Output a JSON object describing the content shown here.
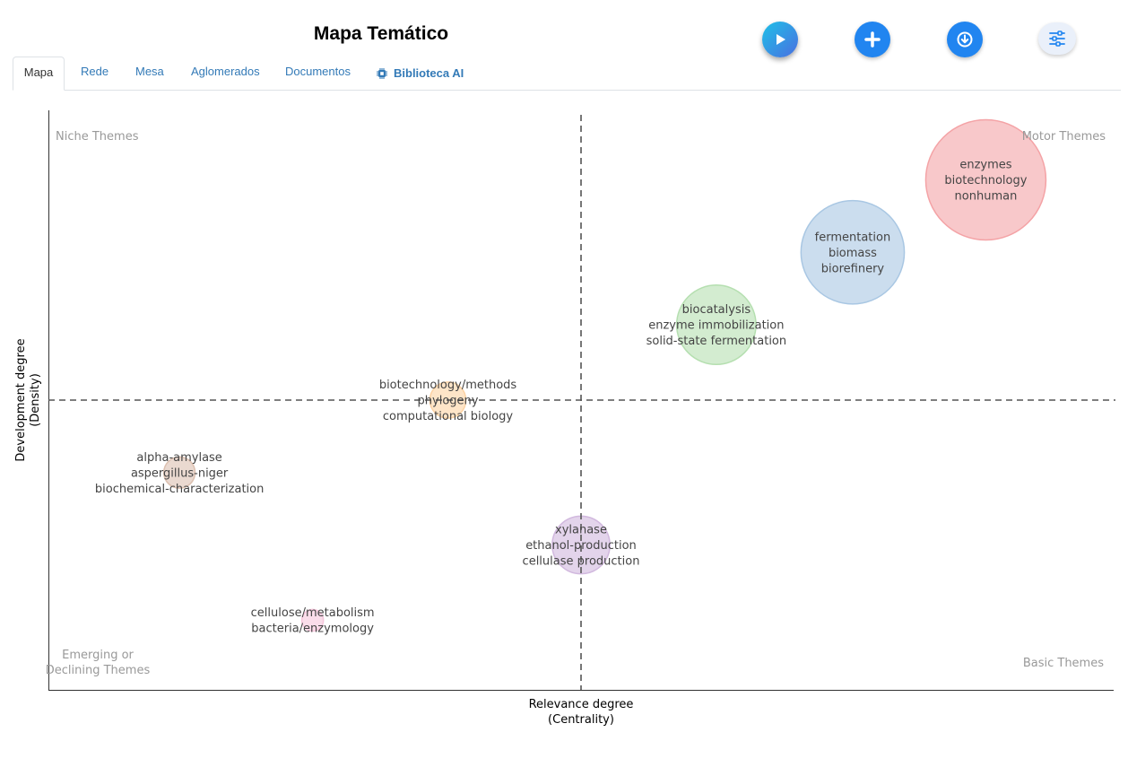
{
  "header": {
    "title": "Mapa Temático"
  },
  "toolbar": {
    "play_icon": "play-icon",
    "add_icon": "plus-icon",
    "download_icon": "download-icon",
    "settings_icon": "sliders-icon"
  },
  "tabs": [
    {
      "label": "Mapa",
      "active": true
    },
    {
      "label": "Rede"
    },
    {
      "label": "Mesa"
    },
    {
      "label": "Aglomerados"
    },
    {
      "label": "Documentos"
    },
    {
      "label": "Biblioteca AI",
      "icon": "chip-icon"
    }
  ],
  "colors": {
    "accent": "#2185f0",
    "link": "#337ab7"
  },
  "chart_data": {
    "type": "scatter",
    "xlabel": "Relevance degree",
    "xlabel_sub": "(Centrality)",
    "ylabel": "Development degree",
    "ylabel_sub": "(Density)",
    "quadrants": {
      "top_left": "Niche Themes",
      "top_right": "Motor Themes",
      "bottom_left_1": "Emerging or",
      "bottom_left_2": "Declining Themes",
      "bottom_right": "Basic Themes"
    },
    "clusters": [
      {
        "labels": [
          "enzymes",
          "biotechnology",
          "nonhuman"
        ],
        "x": 0.88,
        "y": 0.88,
        "size": 1.0,
        "color": "#f4a3a6"
      },
      {
        "labels": [
          "fermentation",
          "biomass",
          "biorefinery"
        ],
        "x": 0.755,
        "y": 0.755,
        "size": 0.86,
        "color": "#a9c7e3"
      },
      {
        "labels": [
          "biocatalysis",
          "enzyme immobilization",
          "solid-state fermentation"
        ],
        "x": 0.627,
        "y": 0.63,
        "size": 0.66,
        "color": "#b5dfb0"
      },
      {
        "labels": [
          "biotechnology/methods",
          "phylogeny",
          "computational biology"
        ],
        "x": 0.375,
        "y": 0.5,
        "size": 0.3,
        "color": "#fdd3a4"
      },
      {
        "labels": [
          "alpha-amylase",
          "aspergillus-niger",
          "biochemical-characterization"
        ],
        "x": 0.123,
        "y": 0.375,
        "size": 0.26,
        "color": "#dcc0b0"
      },
      {
        "labels": [
          "xylanase",
          "ethanol-production",
          "cellulase production"
        ],
        "x": 0.5,
        "y": 0.25,
        "size": 0.48,
        "color": "#d1b8de"
      },
      {
        "labels": [
          "cellulose/metabolism",
          "bacteria/enzymology"
        ],
        "x": 0.248,
        "y": 0.12,
        "size": 0.18,
        "color": "#f6c6dc"
      }
    ],
    "crosshair": {
      "x": 0.5,
      "y": 0.5
    }
  }
}
